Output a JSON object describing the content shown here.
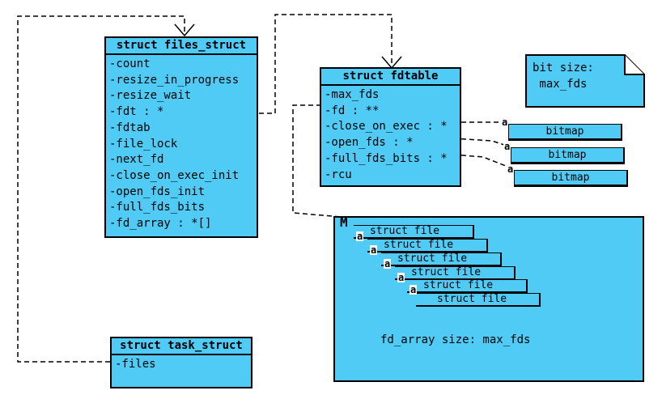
{
  "files_struct": {
    "title": "struct files_struct",
    "fields": [
      "-count",
      "-resize_in_progress",
      "-resize_wait",
      "-fdt : *",
      "-fdtab",
      "-file_lock",
      "-next_fd",
      "-close_on_exec_init",
      "-open_fds_init",
      "-full_fds_bits",
      "-fd_array : *[]"
    ]
  },
  "fdtable": {
    "title": "struct fdtable",
    "fields": [
      "-max_fds",
      "-fd : **",
      "-close_on_exec : *",
      "-open_fds : *",
      "-full_fds_bits : *",
      "-rcu"
    ]
  },
  "task_struct": {
    "title": "struct task_struct",
    "fields": [
      "-files"
    ]
  },
  "note": {
    "text": "bit size:\n max_fds"
  },
  "bitmaps": [
    "bitmap",
    "bitmap",
    "bitmap"
  ],
  "fd_array": {
    "caption": "fd_array size: max_fds",
    "files": [
      "struct file",
      "struct file",
      "struct file",
      "struct file",
      "struct file",
      "struct file"
    ]
  },
  "multiplicity": {
    "one": "a",
    "many": "M"
  },
  "colors": {
    "box_fill": "#4fcbf6",
    "border": "#000000",
    "background": "#ffffff"
  }
}
